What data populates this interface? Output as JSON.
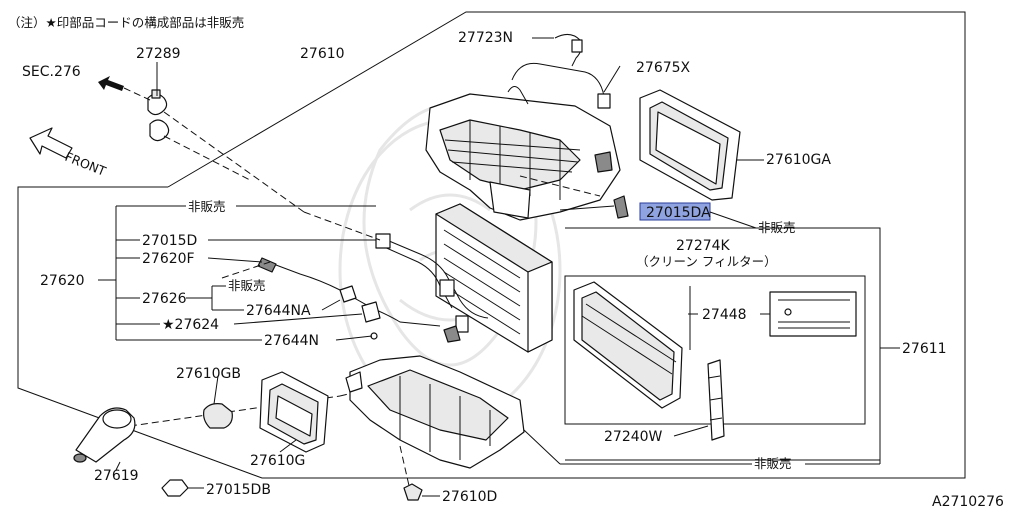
{
  "note": "（注）★印部品コードの構成部品は非販売",
  "code": "A2710276",
  "callouts": {
    "sec": "SEC.276",
    "front": "FRONT",
    "p27289": "27289",
    "p27610": "27610",
    "p27723N": "27723N",
    "p27675X": "27675X",
    "p27610GA": "27610GA",
    "p27015DA": "27015DA",
    "p27274K": "27274K",
    "p27274K_sub": "（クリーン フィルター）",
    "p27448": "27448",
    "p27611": "27611",
    "p27240W": "27240W",
    "p27620": "27620",
    "p27015D": "27015D",
    "p27620F": "27620F",
    "p27626": "27626",
    "p27644NA": "27644NA",
    "p27624": "★27624",
    "p27644N": "27644N",
    "p27610GB": "27610GB",
    "p27619": "27619",
    "p27610G": "27610G",
    "p27015DB": "27015DB",
    "p27610D": "27610D",
    "hanbai1": "非販売",
    "hanbai2": "非販売",
    "hanbai3": "非販売",
    "hanbai4": "非販売"
  },
  "colors": {
    "highlight": "#8fa3e0",
    "ink": "#111111"
  }
}
